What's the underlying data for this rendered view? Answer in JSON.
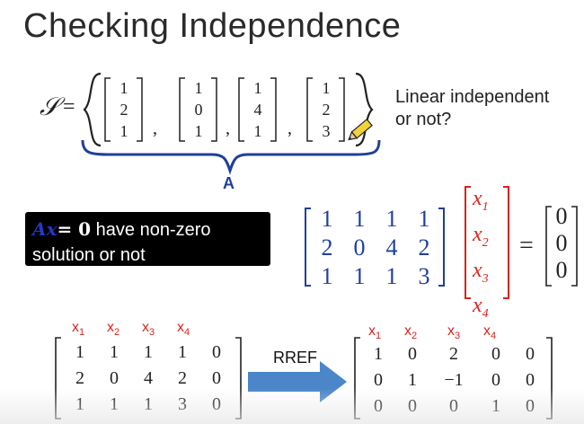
{
  "title": "Checking Independence",
  "set_label": "𝒮",
  "equals": "=",
  "comma": ",",
  "vectors": [
    [
      "1",
      "2",
      "1"
    ],
    [
      "1",
      "0",
      "1"
    ],
    [
      "1",
      "4",
      "1"
    ],
    [
      "1",
      "2",
      "3"
    ]
  ],
  "question": {
    "line1": "Linear independent",
    "line2": "or not?"
  },
  "brace_label": "A",
  "black_box": {
    "ax": "Ax",
    "bold_eq": "= 0",
    "rest1": " have non-zero",
    "line2": "solution or not"
  },
  "matrix_A": [
    [
      "1",
      "1",
      "1",
      "1"
    ],
    [
      "2",
      "0",
      "4",
      "2"
    ],
    [
      "1",
      "1",
      "1",
      "3"
    ]
  ],
  "x_vector": [
    "x1",
    "x2",
    "x3",
    "x4"
  ],
  "zero_vector": [
    "0",
    "0",
    "0"
  ],
  "x_labels": [
    {
      "v": "x",
      "s": "1"
    },
    {
      "v": "x",
      "s": "2"
    },
    {
      "v": "x",
      "s": "3"
    },
    {
      "v": "x",
      "s": "4"
    }
  ],
  "augmented": [
    [
      "1",
      "1",
      "1",
      "1",
      "0"
    ],
    [
      "2",
      "0",
      "4",
      "2",
      "0"
    ],
    [
      "1",
      "1",
      "1",
      "3",
      "0"
    ]
  ],
  "rref_label": "RREF",
  "rref_matrix": [
    [
      "1",
      "0",
      "2",
      "0",
      "0"
    ],
    [
      "0",
      "1",
      "−1",
      "0",
      "0"
    ],
    [
      "0",
      "0",
      "0",
      "1",
      "0"
    ]
  ],
  "colors": {
    "blue": "#1f3f9c",
    "red": "#d8241c",
    "arrow": "#4a86c8"
  }
}
